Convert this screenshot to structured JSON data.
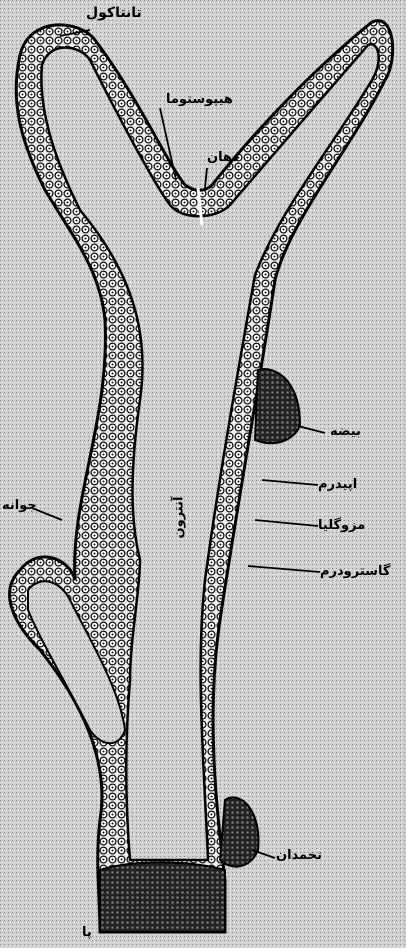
{
  "figure": {
    "labels": {
      "tentacle": "تانتاکول",
      "hypostome": "هیپوستوما",
      "mouth": "دهان",
      "testis": "بیضه",
      "epidermis": "اپیدرم",
      "mesoglea": "مزوگلیا",
      "gastrodermis": "گاسترودرم",
      "bud": "جوانه",
      "coelenteron": "آنترون",
      "ovary": "تخمدان",
      "foot": "پا"
    }
  }
}
